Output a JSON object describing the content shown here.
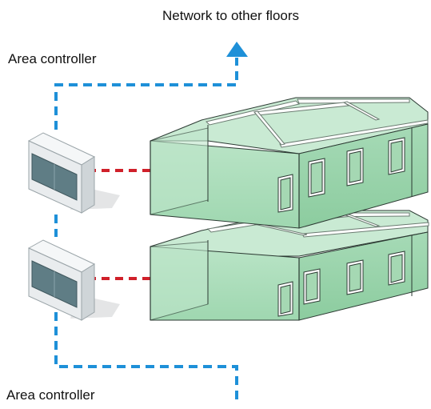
{
  "labels": {
    "network": "Network to other floors",
    "area_controller_top": "Area controller",
    "area_controller_bottom": "Area controller"
  },
  "colors": {
    "network_line": "#1e90d8",
    "link_line": "#d0202a",
    "floor_fill": "#a8dbb8",
    "floor_stroke": "#2c3a33",
    "controller_body": "#eef1f3",
    "controller_panel": "#5f7d85"
  }
}
